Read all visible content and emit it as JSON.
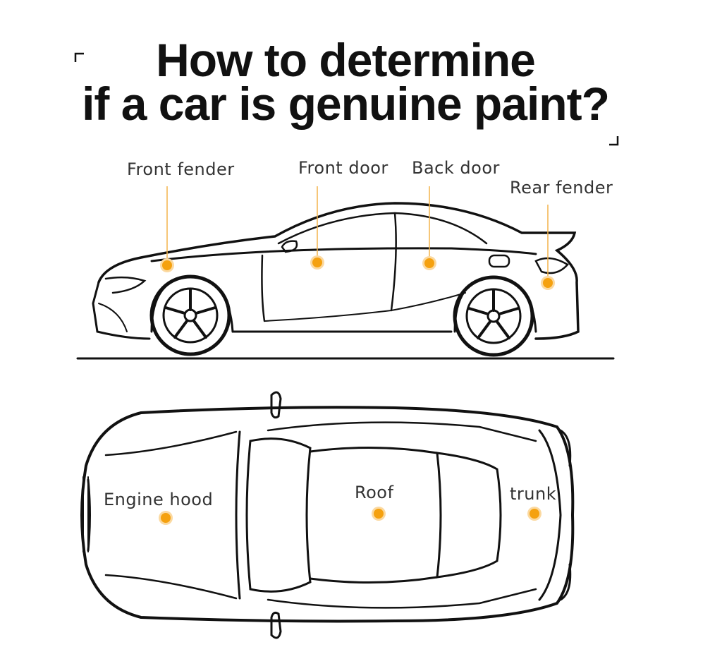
{
  "title": {
    "line1": "How to determine",
    "line2": "if a car is genuine paint?"
  },
  "side_view": {
    "labels": {
      "front_fender": "Front fender",
      "front_door": "Front door",
      "back_door": "Back door",
      "rear_fender": "Rear fender"
    }
  },
  "top_view": {
    "labels": {
      "engine_hood": "Engine hood",
      "roof": "Roof",
      "trunk": "trunk"
    }
  },
  "colors": {
    "marker": "#f5a10f",
    "marker_ring": "#fbd9a0",
    "leader_line": "#f2b24a",
    "outline": "#111111"
  }
}
